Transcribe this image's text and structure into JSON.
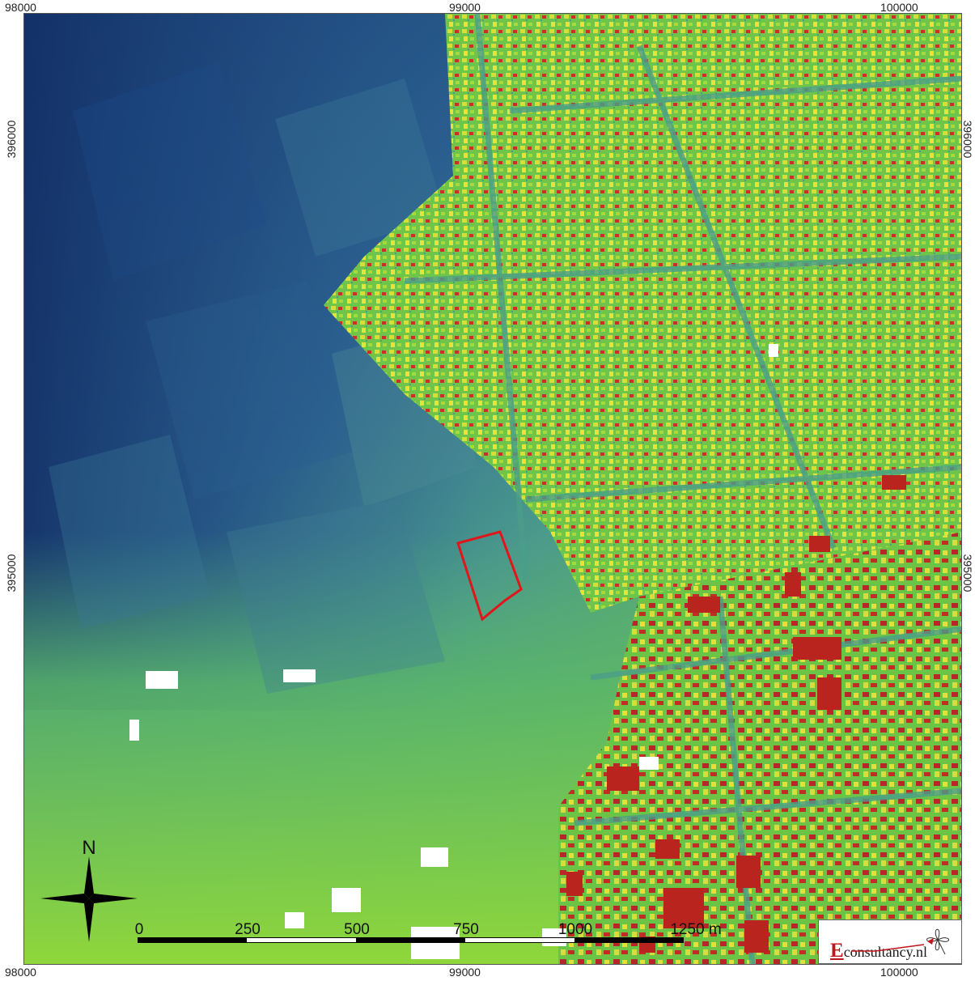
{
  "map": {
    "colors": {
      "low_elevation": "#1c3f7a",
      "mid_low": "#3d7a92",
      "mid": "#4ea783",
      "high": "#7ed13c",
      "very_high": "#f0e63a",
      "building": "#c0281e",
      "site_outline": "#e0161b",
      "nodata": "#ffffff"
    }
  },
  "coords": {
    "top": [
      "98000",
      "99000",
      "100000"
    ],
    "bottom": [
      "98000",
      "99000",
      "100000"
    ],
    "left": [
      "396000",
      "395000"
    ],
    "right": [
      "396000",
      "395000"
    ]
  },
  "north_arrow": {
    "label": "N",
    "icon": "north-arrow-icon"
  },
  "scale_bar": {
    "labels": [
      "0",
      "250",
      "500",
      "750",
      "1000",
      "1250 m"
    ]
  },
  "logo": {
    "first_letter": "E",
    "rest": "consultancy.nl",
    "icon": "clover-icon"
  }
}
